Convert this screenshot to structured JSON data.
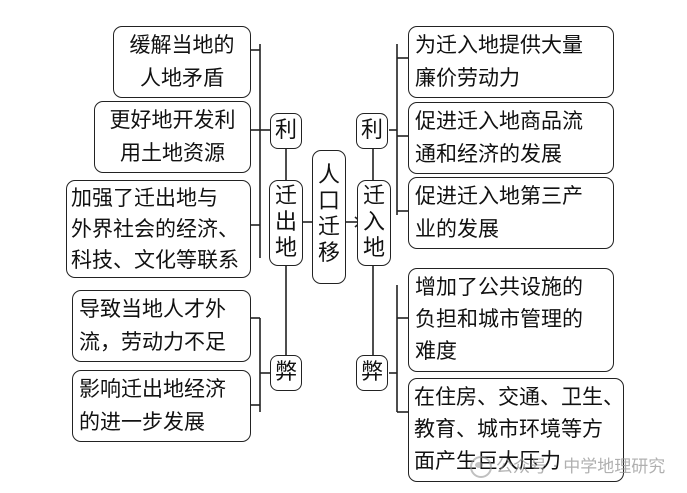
{
  "center": [
    "人",
    "口",
    "迁",
    "移"
  ],
  "out": {
    "title": [
      "迁",
      "出",
      "地"
    ],
    "pros_tag": "利",
    "cons_tag": "弊",
    "pros": [
      [
        "缓解当地的",
        "人地矛盾"
      ],
      [
        "更好地开发利",
        "用土地资源"
      ],
      [
        "加强了迁出地与",
        "外界社会的经济、",
        "科技、文化等联系"
      ]
    ],
    "cons": [
      [
        "导致当地人才外",
        "流，劳动力不足"
      ],
      [
        "影响迁出地经济",
        "的进一步发展"
      ]
    ]
  },
  "in": {
    "title": [
      "迁",
      "入",
      "地"
    ],
    "pros_tag": "利",
    "cons_tag": "弊",
    "pros": [
      [
        "为迁入地提供大量",
        "廉价劳动力"
      ],
      [
        "促进迁入地商品流",
        "通和经济的发展"
      ],
      [
        "促进迁入地第三产",
        "业的发展"
      ]
    ],
    "cons": [
      [
        "增加了公共设施的",
        "负担和城市管理的",
        "难度"
      ],
      [
        "在住房、交通、卫生、",
        "教育、城市环境等方",
        "面产生巨大压力"
      ]
    ]
  },
  "watermark": "公众号 · 中学地理研究"
}
